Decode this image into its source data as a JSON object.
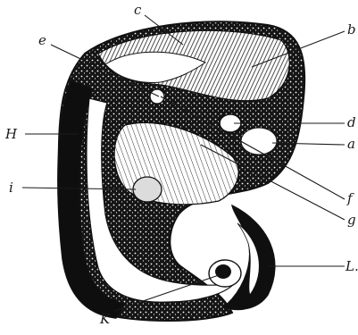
{
  "figure": {
    "labels": {
      "a": "a",
      "b": "b",
      "c": "c",
      "d": "d",
      "e": "e",
      "f": "f",
      "g": "g",
      "H": "H",
      "i": "i",
      "K": "K",
      "L": "L."
    }
  }
}
